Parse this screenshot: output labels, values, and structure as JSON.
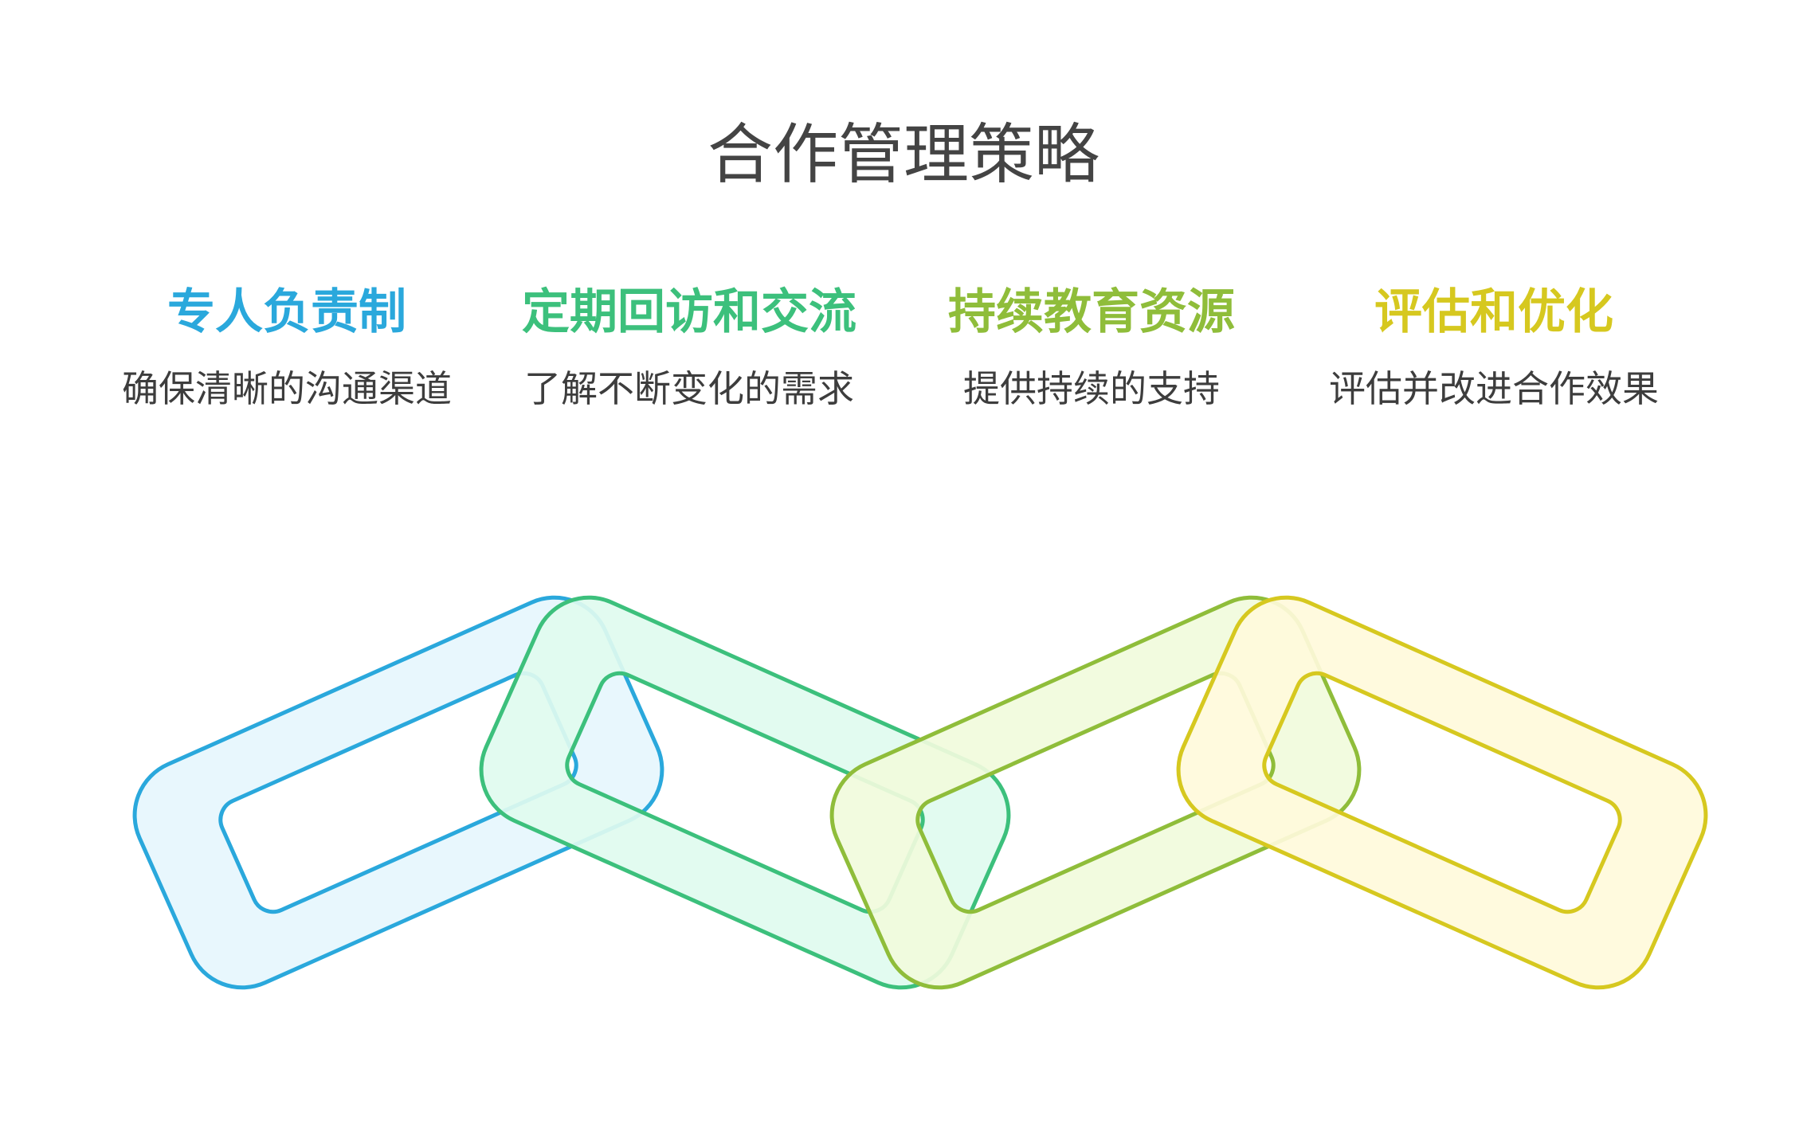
{
  "title": "合作管理策略",
  "items": [
    {
      "heading": "专人负责制",
      "description": "确保清晰的沟通渠道",
      "color": "#2aa8dc",
      "fill": "#e6f6fd"
    },
    {
      "heading": "定期回访和交流",
      "description": "了解不断变化的需求",
      "color": "#3cc07c",
      "fill": "#e0fbef"
    },
    {
      "heading": "持续教育资源",
      "description": "提供持续的支持",
      "color": "#8fbd3a",
      "fill": "#f1fbdc"
    },
    {
      "heading": "评估和优化",
      "description": "评估并改进合作效果",
      "color": "#d6c81f",
      "fill": "#fffadb"
    }
  ]
}
